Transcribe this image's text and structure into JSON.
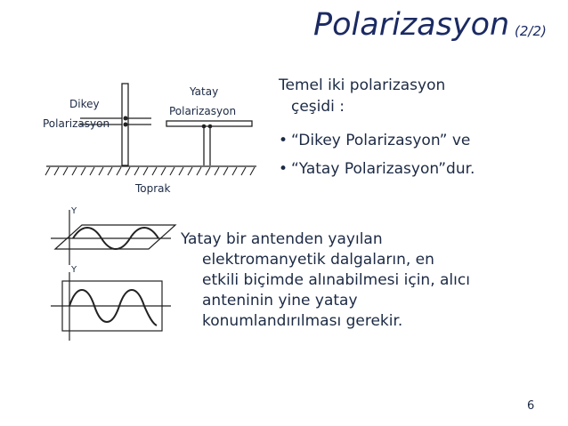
{
  "slide": {
    "title": "Polarizasyon",
    "title_suffix": "(2/2)",
    "lead_line1": "Temel iki polarizasyon",
    "lead_line2": "çeşidi :",
    "bullets": [
      "“Dikey Polarizasyon” ve",
      "“Yatay Polarizasyon”dur."
    ],
    "bullet_marker": "•",
    "paragraph_lines": [
      "Yatay bir antenden yayılan",
      "elektromanyetik dalgaların, en",
      "etkili biçimde alınabilmesi için, alıcı",
      "anteninin yine yatay",
      "konumlandırılması gerekir."
    ],
    "page_number": "6"
  },
  "diagram": {
    "label_dikey_1": "Dikey",
    "label_dikey_2": "Polarizasyon",
    "label_yatay_1": "Yatay",
    "label_yatay_2": "Polarizasyon",
    "label_ground": "Toprak",
    "wave_axis_label_1": "Y",
    "wave_axis_label_2": "Y"
  }
}
